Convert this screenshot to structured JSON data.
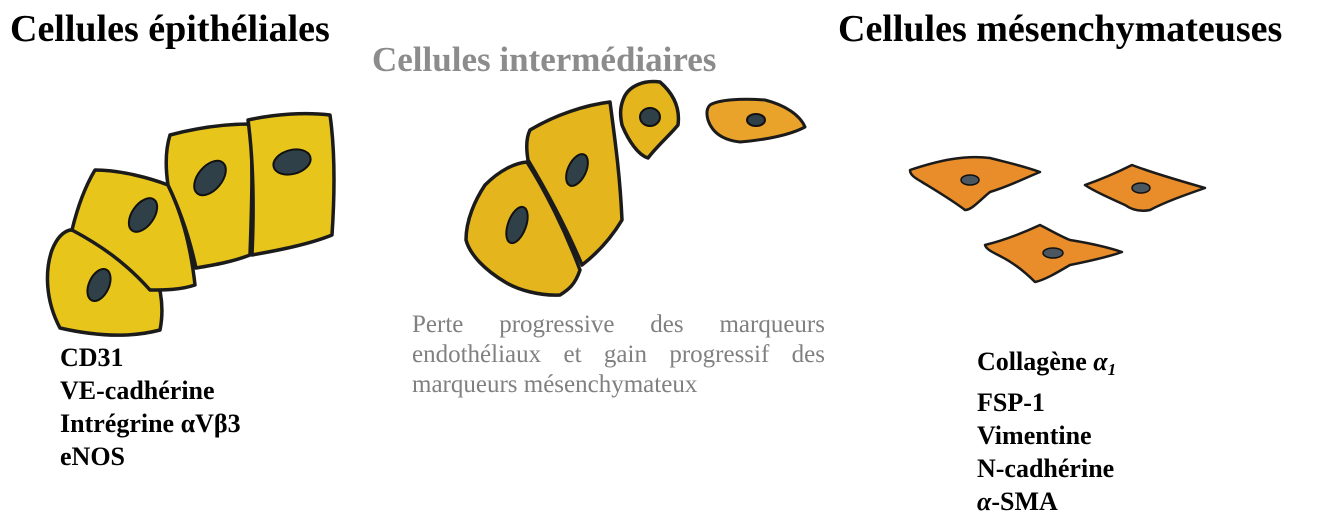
{
  "columns": {
    "epithelial": {
      "title": "Cellules épithéliales",
      "markers": [
        "CD31",
        "VE-cadhérine",
        "Intrégrine αVβ3",
        "eNOS"
      ]
    },
    "intermediate": {
      "title": "Cellules intermédiaires",
      "description": "Perte progressive des marqueurs endothéliaux et gain progressif des marqueurs mésenchymateux"
    },
    "mesenchymal": {
      "title": "Cellules mésenchymateuses",
      "markers": {
        "collagen_text": "Collagène ",
        "collagen_greek": "α",
        "collagen_sub": "1",
        "fsp": "FSP-1",
        "vimentin": "Vimentine",
        "ncadherin": "N-cadhérine",
        "sma_greek": "α",
        "sma_text": "-SMA"
      }
    }
  },
  "colors": {
    "epithelial_cell": "#e8c51a",
    "intermediate_cell": "#e4b51d",
    "mesenchymal_cell": "#e88d2a",
    "nucleus": "#2f4049",
    "intermediate_text": "#8c8c8c"
  },
  "icons": [
    "epithelial-cell-icon",
    "intermediate-cell-icon",
    "mesenchymal-cell-icon",
    "nucleus-icon"
  ]
}
